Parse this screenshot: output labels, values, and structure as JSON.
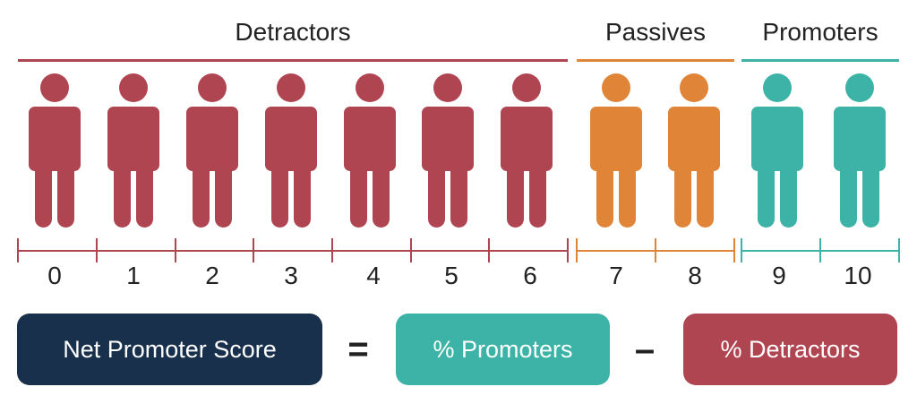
{
  "colors": {
    "detractor": "#B04552",
    "passive": "#E08538",
    "promoter": "#3CB3A6",
    "navy": "#18304B",
    "text": "#222222"
  },
  "groups": {
    "detractors": {
      "label": "Detractors",
      "scores": [
        "0",
        "1",
        "2",
        "3",
        "4",
        "5",
        "6"
      ]
    },
    "passives": {
      "label": "Passives",
      "scores": [
        "7",
        "8"
      ]
    },
    "promoters": {
      "label": "Promoters",
      "scores": [
        "9",
        "10"
      ]
    }
  },
  "person_icon": "person-icon",
  "formula": {
    "net_promoter_score": "Net Promoter Score",
    "equals": "=",
    "promoters_pct": "% Promoters",
    "minus": "–",
    "detractors_pct": "% Detractors"
  }
}
